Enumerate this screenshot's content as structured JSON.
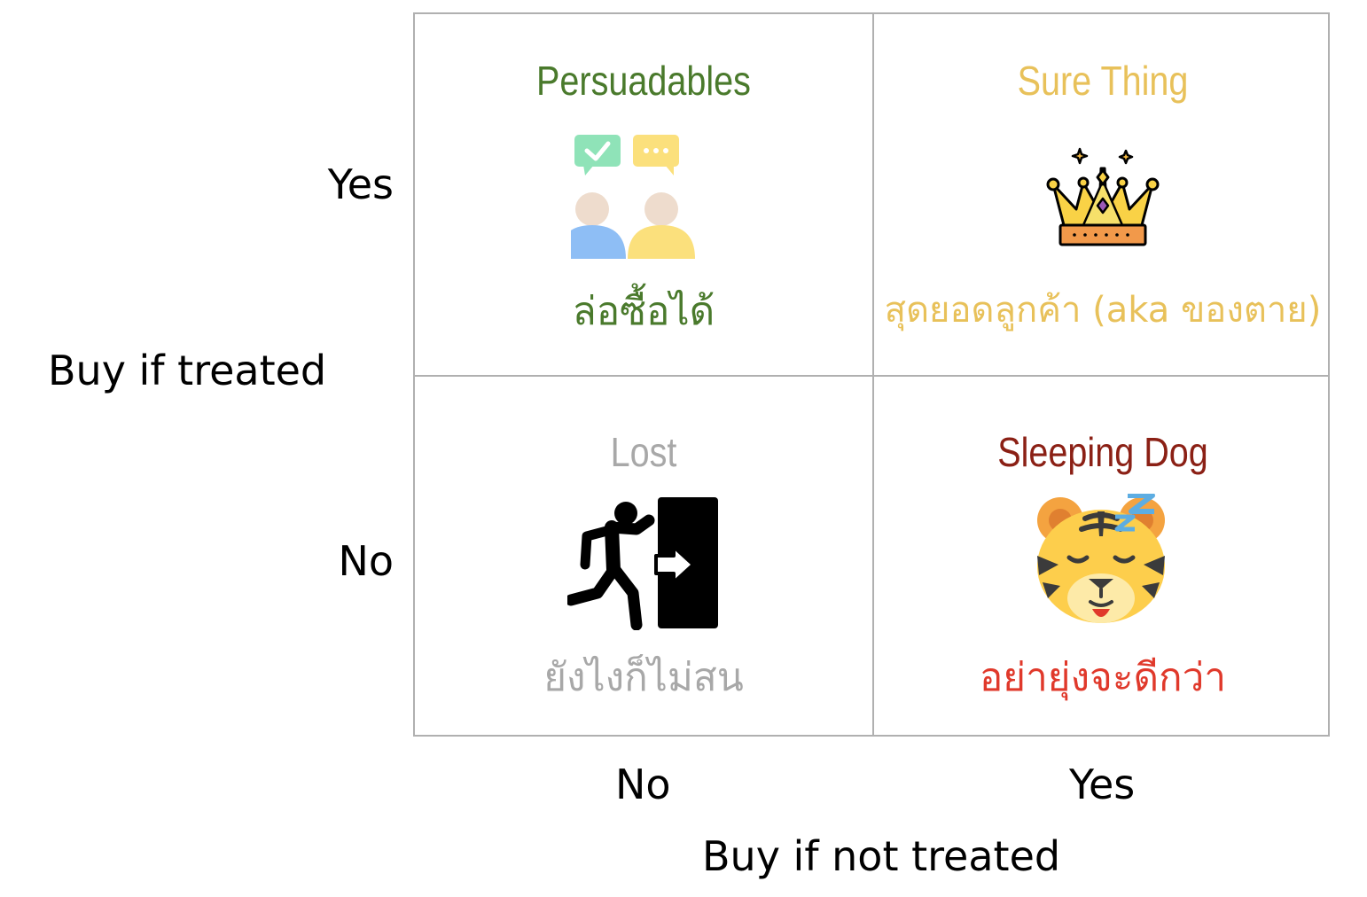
{
  "y_axis": {
    "label": "Buy if treated",
    "ticks": [
      "Yes",
      "No"
    ]
  },
  "x_axis": {
    "label": "Buy if not treated",
    "ticks": [
      "No",
      "Yes"
    ]
  },
  "quadrants": {
    "persuadables": {
      "title": "Persuadables",
      "thai": "ล่อซื้อได้",
      "color": "#4a7a2c",
      "icon": "people-chat-icon"
    },
    "sure_thing": {
      "title": "Sure Thing",
      "thai": "สุดยอดลูกค้า (aka ของตาย)",
      "color": "#e8c15a",
      "icon": "crown-icon"
    },
    "lost": {
      "title": "Lost",
      "thai": "ยังไงก็ไม่สน",
      "color": "#a8a8a8",
      "icon": "exit-door-icon"
    },
    "sleeping_dog": {
      "title": "Sleeping Dog",
      "thai": "อย่ายุ่งจะดีกว่า",
      "title_color": "#8b2015",
      "thai_color": "#e0392b",
      "icon": "sleeping-tiger-icon"
    }
  }
}
